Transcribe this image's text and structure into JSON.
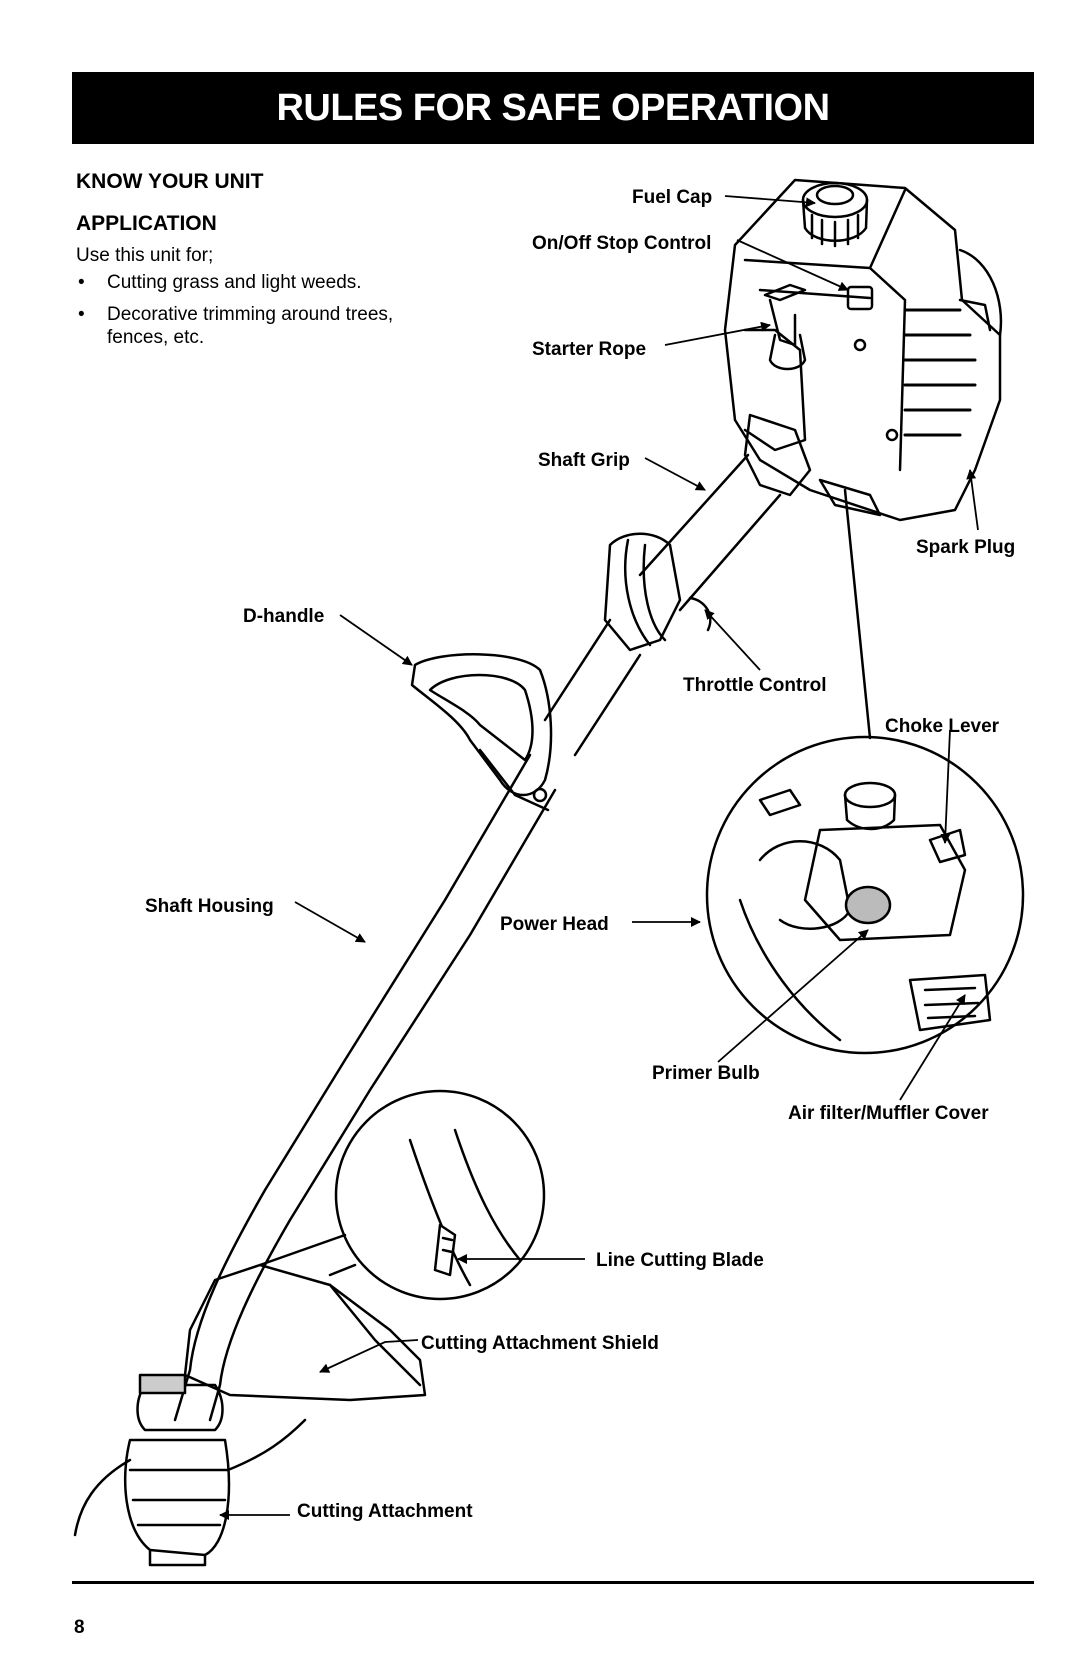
{
  "banner": {
    "title": "RULES FOR SAFE OPERATION"
  },
  "section": {
    "heading": "KNOW YOUR UNIT"
  },
  "application": {
    "heading": "APPLICATION",
    "intro": "Use this unit for;",
    "items": [
      "Cutting grass and light weeds.",
      "Decorative trimming around trees, fences, etc."
    ]
  },
  "labels": {
    "fuel_cap": "Fuel Cap",
    "on_off": "On/Off Stop Control",
    "starter_rope": "Starter Rope",
    "shaft_grip": "Shaft Grip",
    "spark_plug": "Spark Plug",
    "d_handle": "D-handle",
    "throttle": "Throttle Control",
    "choke": "Choke Lever",
    "shaft_housing": "Shaft Housing",
    "power_head": "Power Head",
    "primer": "Primer Bulb",
    "air_filter": "Air filter/Muffler Cover",
    "line_blade": "Line Cutting Blade",
    "shield": "Cutting Attachment Shield",
    "cutting_attachment": "Cutting Attachment"
  },
  "footer": {
    "page_number": "8"
  }
}
